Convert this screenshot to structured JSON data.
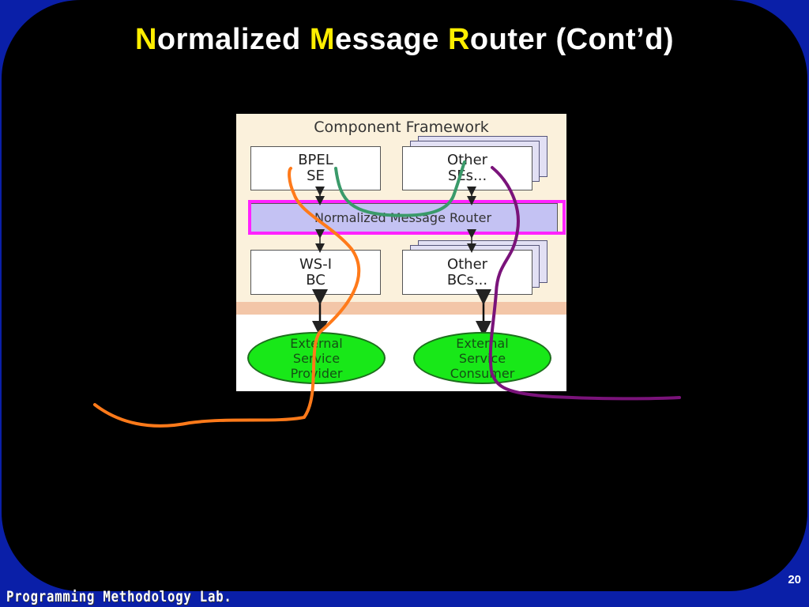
{
  "slide": {
    "title": [
      {
        "initial": "N",
        "rest": "ormalized "
      },
      {
        "initial": "M",
        "rest": "essage "
      },
      {
        "initial": "R",
        "rest": "outer (Cont’d)"
      }
    ],
    "page_number": "20",
    "footer": "Programming Methodology Lab."
  },
  "diagram": {
    "framework_title": "Component Framework",
    "bpel_se": [
      "BPEL",
      "SE"
    ],
    "other_ses": [
      "Other",
      "SEs..."
    ],
    "router": "Normalized Message Router",
    "wsi_bc": [
      "WS-I",
      "BC"
    ],
    "other_bcs": [
      "Other",
      "BCs..."
    ],
    "provider": [
      "External",
      "Service",
      "Provider"
    ],
    "consumer": [
      "External",
      "Service",
      "Consumer"
    ]
  },
  "colors": {
    "background": "#0a1fa8",
    "panel": "#000000",
    "title_initial": "#ffee00",
    "highlight_box": "#ff22ff",
    "path_orange": "#ff7a1a",
    "path_green": "#3a9a6a",
    "path_purple": "#7a137a"
  },
  "annotations": [
    "orange-path",
    "green-path",
    "purple-path"
  ]
}
